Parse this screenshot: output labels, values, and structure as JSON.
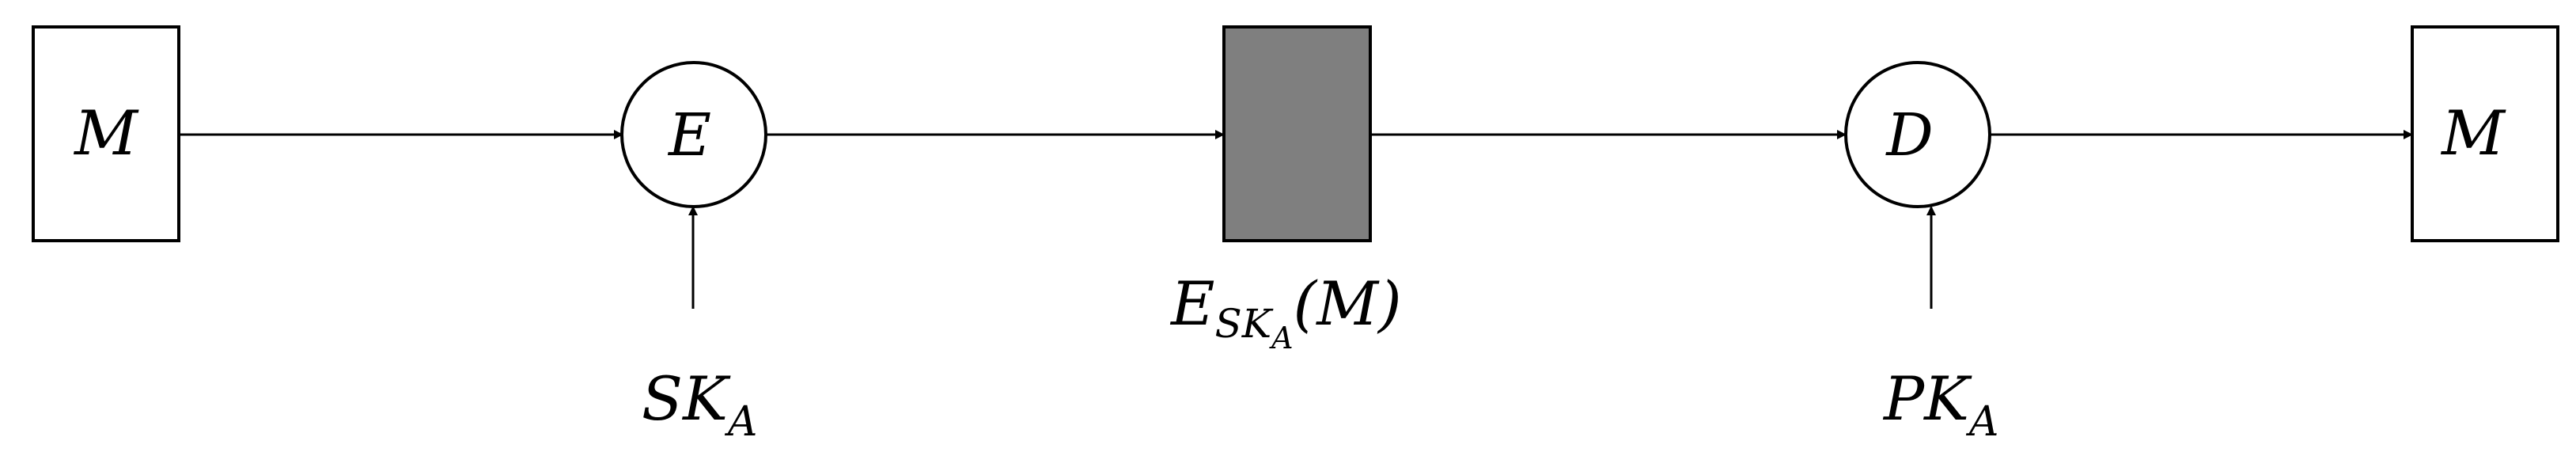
{
  "nodes": {
    "input_message": {
      "label": "M"
    },
    "encrypt": {
      "label": "E"
    },
    "ciphertext": {
      "fill": "#7f7f7f",
      "label": {
        "base": "E",
        "sub": "SK",
        "subsub": "A",
        "arg": "(M)"
      }
    },
    "decrypt": {
      "label": "D"
    },
    "output_message": {
      "label": "M"
    }
  },
  "keys": {
    "secret_key": {
      "base": "SK",
      "sub": "A"
    },
    "public_key": {
      "base": "PK",
      "sub": "A"
    }
  }
}
